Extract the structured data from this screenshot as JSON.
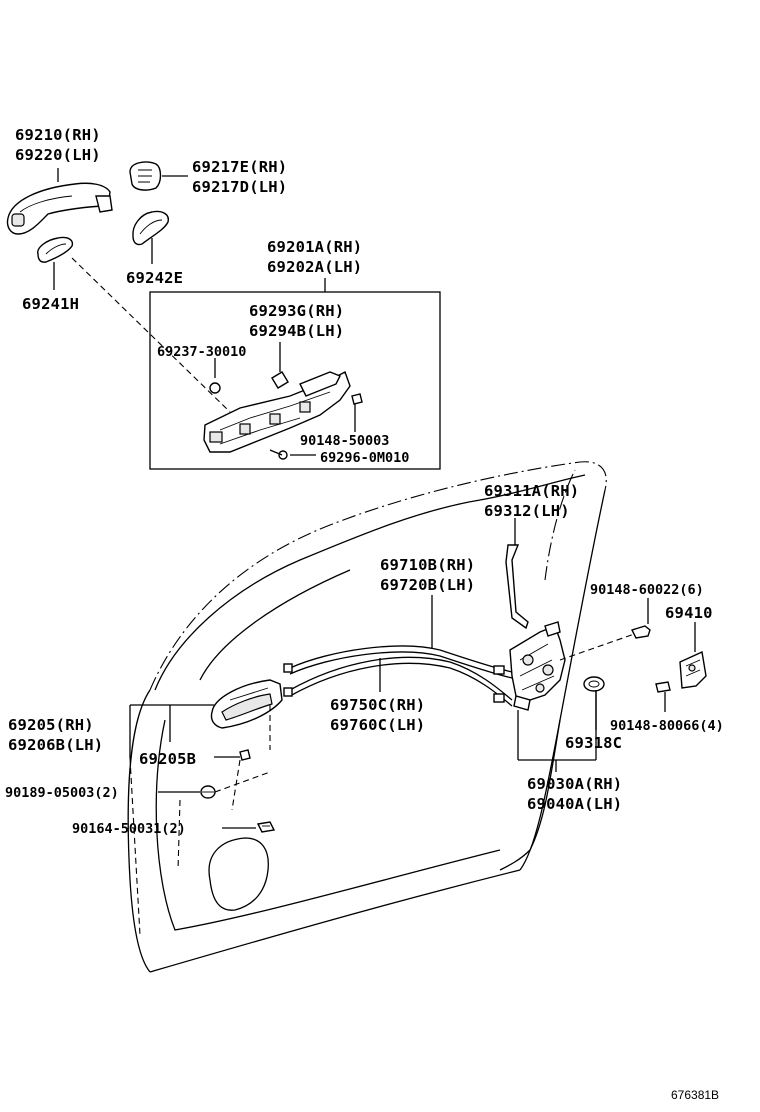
{
  "labels": {
    "handle_outer": [
      "69210(RH)",
      "69220(LH)"
    ],
    "cover_outer": [
      "69217E(RH)",
      "69217D(LH)"
    ],
    "pad_e": "69242E",
    "pad_h": "69241H",
    "frame_assy": [
      "69201A(RH)",
      "69202A(LH)"
    ],
    "frame_sub": [
      "69293G(RH)",
      "69294B(LH)"
    ],
    "frame_clip": "69237-30010",
    "frame_screw": "90148-50003",
    "frame_bolt": "69296-0M010",
    "rod": [
      "69311A(RH)",
      "69312(LH)"
    ],
    "cable_lock": [
      "69710B(RH)",
      "69720B(LH)"
    ],
    "striker_screw": "90148-60022(6)",
    "striker": "69410",
    "inner_handle": [
      "69205(RH)",
      "69206B(LH)"
    ],
    "inner_cable": [
      "69750C(RH)",
      "69760C(LH)"
    ],
    "inner_bezel": "69205B",
    "grommet": "69318C",
    "striker_bolt": "90148-80066(4)",
    "clip": "90189-05003(2)",
    "screw": "90164-50031(2)",
    "lock_assy": [
      "69030A(RH)",
      "69040A(LH)"
    ]
  },
  "catalog_code": "676381B",
  "icons": {
    "handle_outer": "outer-door-handle-icon",
    "lock_assy": "door-lock-assembly-icon",
    "inner_handle": "inner-door-handle-icon",
    "striker": "door-striker-icon"
  }
}
